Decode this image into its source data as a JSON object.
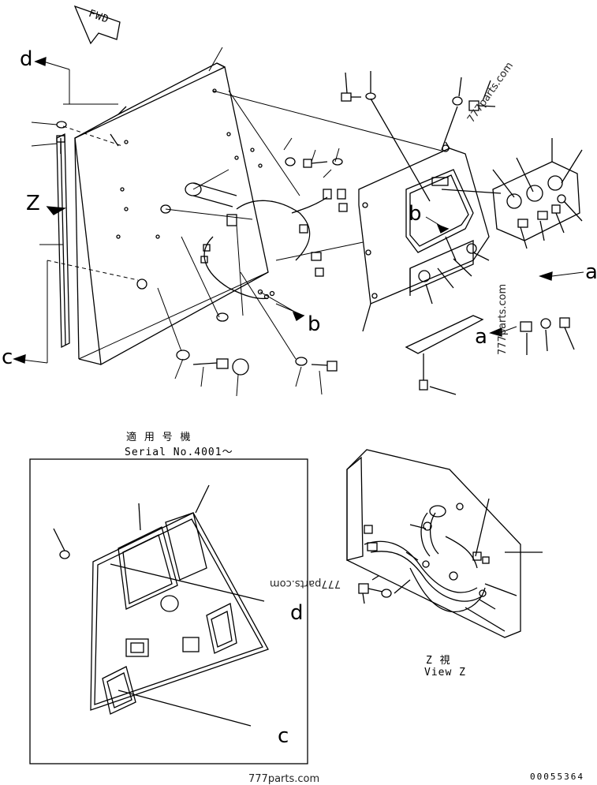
{
  "header": {
    "fwd_label": "FWD"
  },
  "callouts": {
    "d_top": "d",
    "z_view_arrow": "Z",
    "c_left": "c",
    "b_lower": "b",
    "b_panel": "b",
    "a_right": "a",
    "a_mid": "a",
    "d_inset": "d",
    "c_inset": "c"
  },
  "serial_note": {
    "japanese": "適 用 号 機",
    "english": "Serial No.4001～"
  },
  "view_z": {
    "japanese": "Z  視",
    "english": "View Z"
  },
  "watermarks": {
    "a": "777parts.com",
    "b": "777parts.com",
    "c": "777parts.com",
    "d": "777parts.com"
  },
  "drawing_number": "00055364"
}
